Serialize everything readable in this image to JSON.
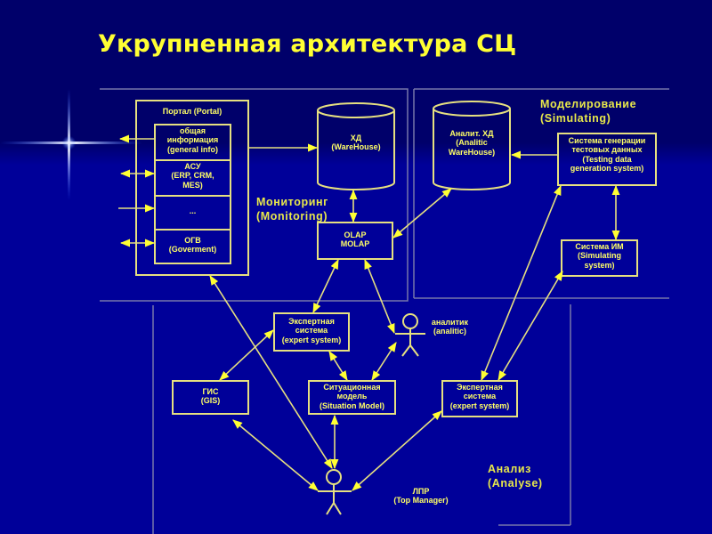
{
  "title": "Укрупненная архитектура СЦ",
  "colors": {
    "background_top": "#00006a",
    "background_bottom": "#000099",
    "title": "#ffff33",
    "box_stroke": "#e6e080",
    "arrow": "#ffff33",
    "panel_border": "#7777aa"
  },
  "panels": {
    "monitoring": {
      "label_ru": "Мониторинг",
      "label_en": "(Monitoring)"
    },
    "simulating": {
      "label_ru": "Моделирование",
      "label_en": "(Simulating)"
    },
    "analyse": {
      "label_ru": "Анализ",
      "label_en": "(Analyse)"
    }
  },
  "portal": {
    "title": "Портал (Portal)",
    "sections": [
      {
        "line1": "общая",
        "line2": "информация",
        "line3": "(general info)"
      },
      {
        "line1": "АСУ",
        "line2": "(ERP, CRM,",
        "line3": "MES)"
      },
      {
        "line1": "...",
        "line2": "",
        "line3": ""
      },
      {
        "line1": "ОГВ",
        "line2": "(Goverment)",
        "line3": ""
      }
    ]
  },
  "warehouse": {
    "line1": "ХД",
    "line2": "(WareHouse)"
  },
  "olap": {
    "line1": "OLAP",
    "line2": "MOLAP"
  },
  "analytic_warehouse": {
    "line1": "Аналит. ХД",
    "line2": "(Analitic",
    "line3": "WareHouse)"
  },
  "test_data_gen": {
    "line1": "Система генерации",
    "line2": "тестовых данных",
    "line3": "(Testing data",
    "line4": "generation system)"
  },
  "sim_system": {
    "line1": "Система ИМ",
    "line2": "(Simulating",
    "line3": "system)"
  },
  "expert_system_left": {
    "line1": "Экспертная",
    "line2": "система",
    "line3": "(expert system)"
  },
  "analyst": {
    "line1": "аналитик",
    "line2": "(analitic)"
  },
  "gis": {
    "line1": "ГИС",
    "line2": "(GIS)"
  },
  "situation_model": {
    "line1": "Ситуационная",
    "line2": "модель",
    "line3": "(Situation Model)"
  },
  "expert_system_right": {
    "line1": "Экспертная",
    "line2": "система",
    "line3": "(expert system)"
  },
  "top_manager": {
    "line1": "ЛПР",
    "line2": "(Top Manager)"
  }
}
